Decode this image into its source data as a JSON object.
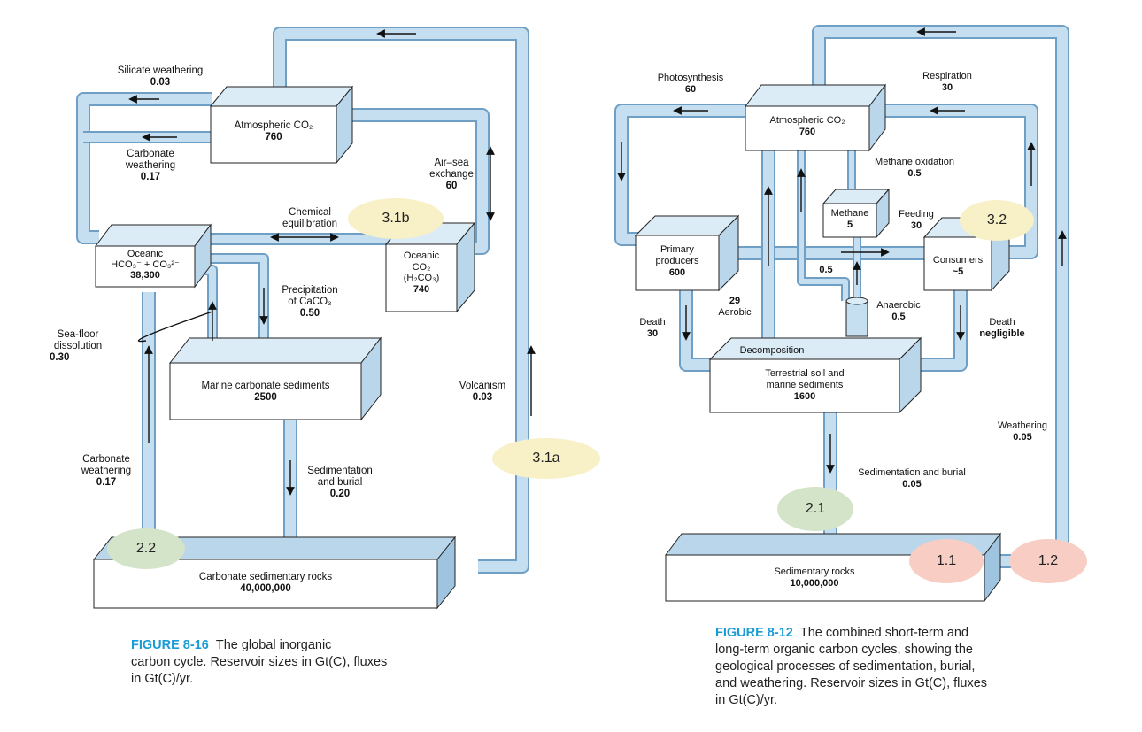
{
  "colors": {
    "pipe_fill": "#c5dff0",
    "pipe_stroke": "#6f9fc4",
    "box_side": "#b9d6eb",
    "box_top": "#dcecf7",
    "oval_yellow": "#f8f0c6",
    "oval_green": "#d3e4c8",
    "oval_pink": "#f7cdc4",
    "caption_accent": "#1a9ad6"
  },
  "left": {
    "atm_box": {
      "label": "Atmospheric CO₂",
      "value": "760"
    },
    "oceanic_hco3": {
      "line1": "Oceanic",
      "line2": "HCO₃⁻ + CO₃²⁻",
      "value": "38,300"
    },
    "oceanic_co2": {
      "line1": "Oceanic",
      "line2": "CO₂",
      "line3": "(H₂CO₃)",
      "value": "740"
    },
    "marine_sed": {
      "label": "Marine carbonate sediments",
      "value": "2500"
    },
    "carb_rocks": {
      "label": "Carbonate sedimentary rocks",
      "value": "40,000,000"
    },
    "silicate": {
      "label": "Silicate weathering",
      "value": "0.03"
    },
    "carb_weather_top": {
      "line1": "Carbonate",
      "line2": "weathering",
      "value": "0.17"
    },
    "air_sea": {
      "line1": "Air–sea",
      "line2": "exchange",
      "value": "60"
    },
    "chem_eq": {
      "line1": "Chemical",
      "line2": "equilibration"
    },
    "precip": {
      "line1": "Precipitation",
      "line2": "of CaCO₃",
      "value": "0.50"
    },
    "seafloor": {
      "line1": "Sea-floor",
      "line2": "dissolution",
      "value": "0.30"
    },
    "volcanism": {
      "label": "Volcanism",
      "value": "0.03"
    },
    "carb_weather_bottom": {
      "line1": "Carbonate",
      "line2": "weathering",
      "value": "0.17"
    },
    "sed_burial": {
      "line1": "Sedimentation",
      "line2": "and burial",
      "value": "0.20"
    },
    "caption": {
      "fig": "FIGURE 8-16",
      "line1": "The global inorganic",
      "line2": "carbon cycle. Reservoir sizes in Gt(C), fluxes",
      "line3": "in Gt(C)/yr."
    }
  },
  "right": {
    "atm_box": {
      "label": "Atmospheric CO₂",
      "value": "760"
    },
    "methane": {
      "label": "Methane",
      "value": "5"
    },
    "primary": {
      "line1": "Primary",
      "line2": "producers",
      "value": "600"
    },
    "consumers": {
      "label": "Consumers",
      "value": "~5"
    },
    "soil": {
      "line1": "Terrestrial soil and",
      "line2": "marine sediments",
      "value": "1600"
    },
    "sed_rocks": {
      "label": "Sedimentary rocks",
      "value": "10,000,000"
    },
    "photosynthesis": {
      "label": "Photosynthesis",
      "value": "60"
    },
    "respiration": {
      "label": "Respiration",
      "value": "30"
    },
    "methane_ox": {
      "label": "Methane oxidation",
      "value": "0.5"
    },
    "feeding": {
      "label": "Feeding",
      "value": "30"
    },
    "flux_05": {
      "value": "0.5"
    },
    "aerobic": {
      "value": "29",
      "label": "Aerobic"
    },
    "anaerobic": {
      "label": "Anaerobic",
      "value": "0.5"
    },
    "death_left": {
      "label": "Death",
      "value": "30"
    },
    "death_right": {
      "label": "Death",
      "value": "negligible"
    },
    "decomposition": {
      "label": "Decomposition"
    },
    "weathering": {
      "label": "Weathering",
      "value": "0.05"
    },
    "sed_burial": {
      "label": "Sedimentation and burial",
      "value": "0.05"
    },
    "caption": {
      "fig": "FIGURE 8-12",
      "line1": "The combined short-term and",
      "line2": "long-term organic carbon cycles, showing the",
      "line3": "geological processes of sedimentation, burial,",
      "line4": "and weathering. Reservoir sizes in Gt(C), fluxes",
      "line5": "in Gt(C)/yr."
    }
  },
  "ovals": {
    "o31b": "3.1b",
    "o31a": "3.1a",
    "o22": "2.2",
    "o32": "3.2",
    "o21": "2.1",
    "o11": "1.1",
    "o12": "1.2"
  }
}
